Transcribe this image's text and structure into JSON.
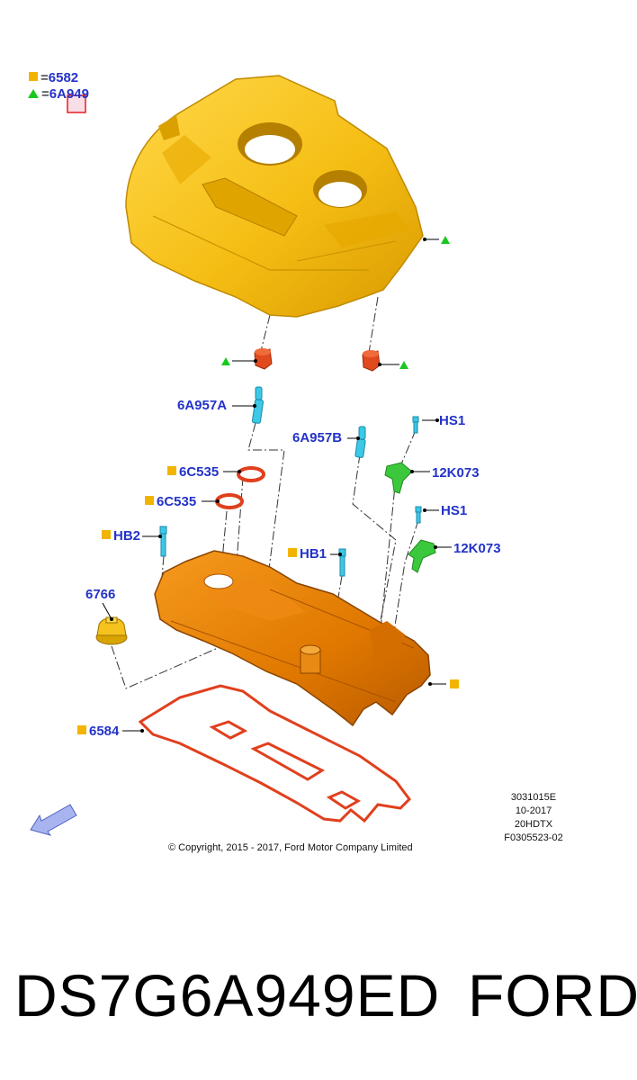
{
  "legend": {
    "square_ref": "6582",
    "triangle_ref": "6A949",
    "equals": "="
  },
  "callouts": {
    "c6a957a": "6A957A",
    "c6a957b": "6A957B",
    "c6c535_a": "6C535",
    "c6c535_b": "6C535",
    "chb2": "HB2",
    "chb1": "HB1",
    "c6766": "6766",
    "c6584": "6584",
    "chs1_a": "HS1",
    "chs1_b": "HS1",
    "c12k073_a": "12K073",
    "c12k073_b": "12K073"
  },
  "info_block": {
    "line1": "3031015E",
    "line2": "10-2017",
    "line3": "20HDTX",
    "line4": "F0305523-02"
  },
  "copyright": "© Copyright, 2015 - 2017, Ford Motor Company Limited",
  "caption": {
    "part_number": "DS7G6A949ED",
    "brand": "FORD"
  },
  "colors": {
    "label_blue": "#2333c8",
    "square_marker": "#f2b400",
    "triangle_marker": "#19c81e",
    "engine_cover": "#f5be14",
    "valve_cover": "#e07800",
    "gasket": "#e0401e",
    "bolt": "#3cc8e6",
    "sensor": "#3cc83c"
  }
}
